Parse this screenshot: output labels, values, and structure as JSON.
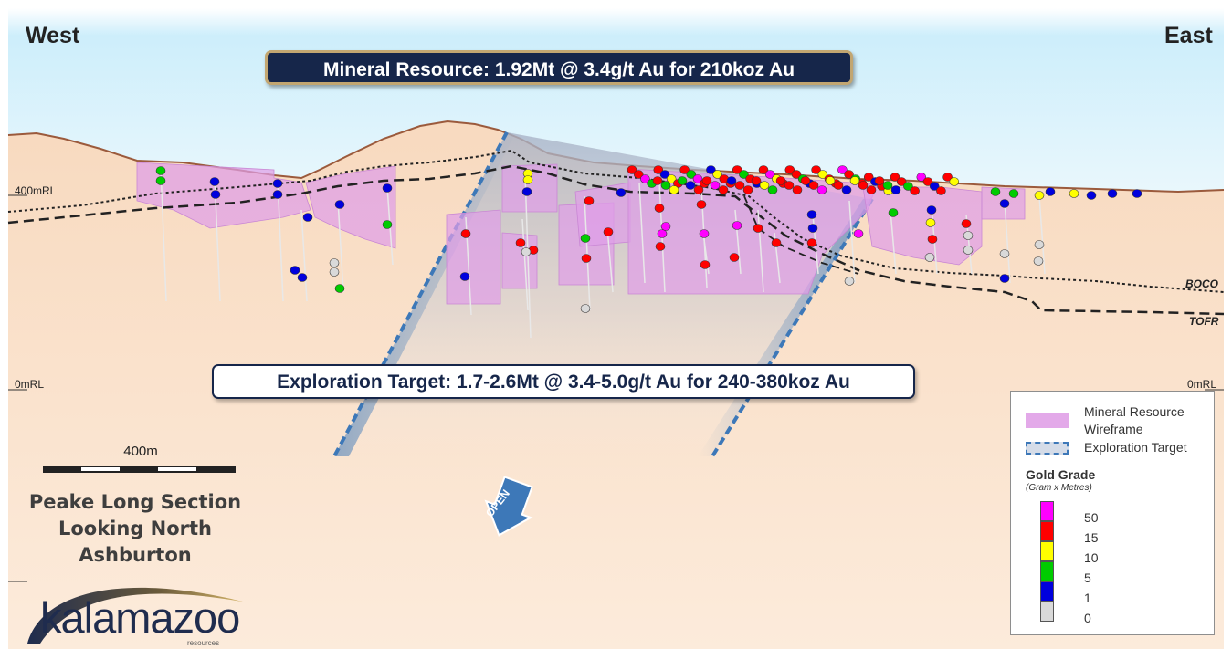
{
  "compass": {
    "west": "West",
    "east": "East"
  },
  "levels": {
    "upper_left": "400mRL",
    "zero_left": "0mRL",
    "zero_right": "0mRL"
  },
  "units": {
    "boco": "BOCO",
    "tofr": "TOFR"
  },
  "banners": {
    "resource": "Mineral Resource: 1.92Mt @ 3.4g/t Au for 210koz Au",
    "target": "Exploration Target: 1.7-2.6Mt @ 3.4-5.0g/t Au for 240-380koz Au"
  },
  "open_label": "OPEN",
  "scale_bar": {
    "label": "400m"
  },
  "section_title": {
    "line1": "Peake Long Section",
    "line2": "Looking North",
    "line3": "Ashburton"
  },
  "logo": {
    "name": "kalamazoo",
    "sub": "resources"
  },
  "legend": {
    "resource_label_1": "Mineral Resource",
    "resource_label_2": "Wireframe",
    "target_label": "Exploration Target",
    "grade_title": "Gold Grade",
    "grade_subtitle": "(Gram x Metres)",
    "grades": [
      {
        "label": "50",
        "color": "#ff00ff"
      },
      {
        "label": "15",
        "color": "#ff0000"
      },
      {
        "label": "10",
        "color": "#ffff00"
      },
      {
        "label": "5",
        "color": "#00cc00"
      },
      {
        "label": "1",
        "color": "#0000dd"
      },
      {
        "label": "0",
        "color": "#d9d9d9"
      }
    ]
  },
  "colors": {
    "sky": "#cdeefb",
    "ground": "#f9dcc2",
    "wireframe": "#e3a9e9",
    "target_edge": "#3d78b8",
    "banner_navy": "#16264a",
    "banner_gold": "#c2a671"
  }
}
